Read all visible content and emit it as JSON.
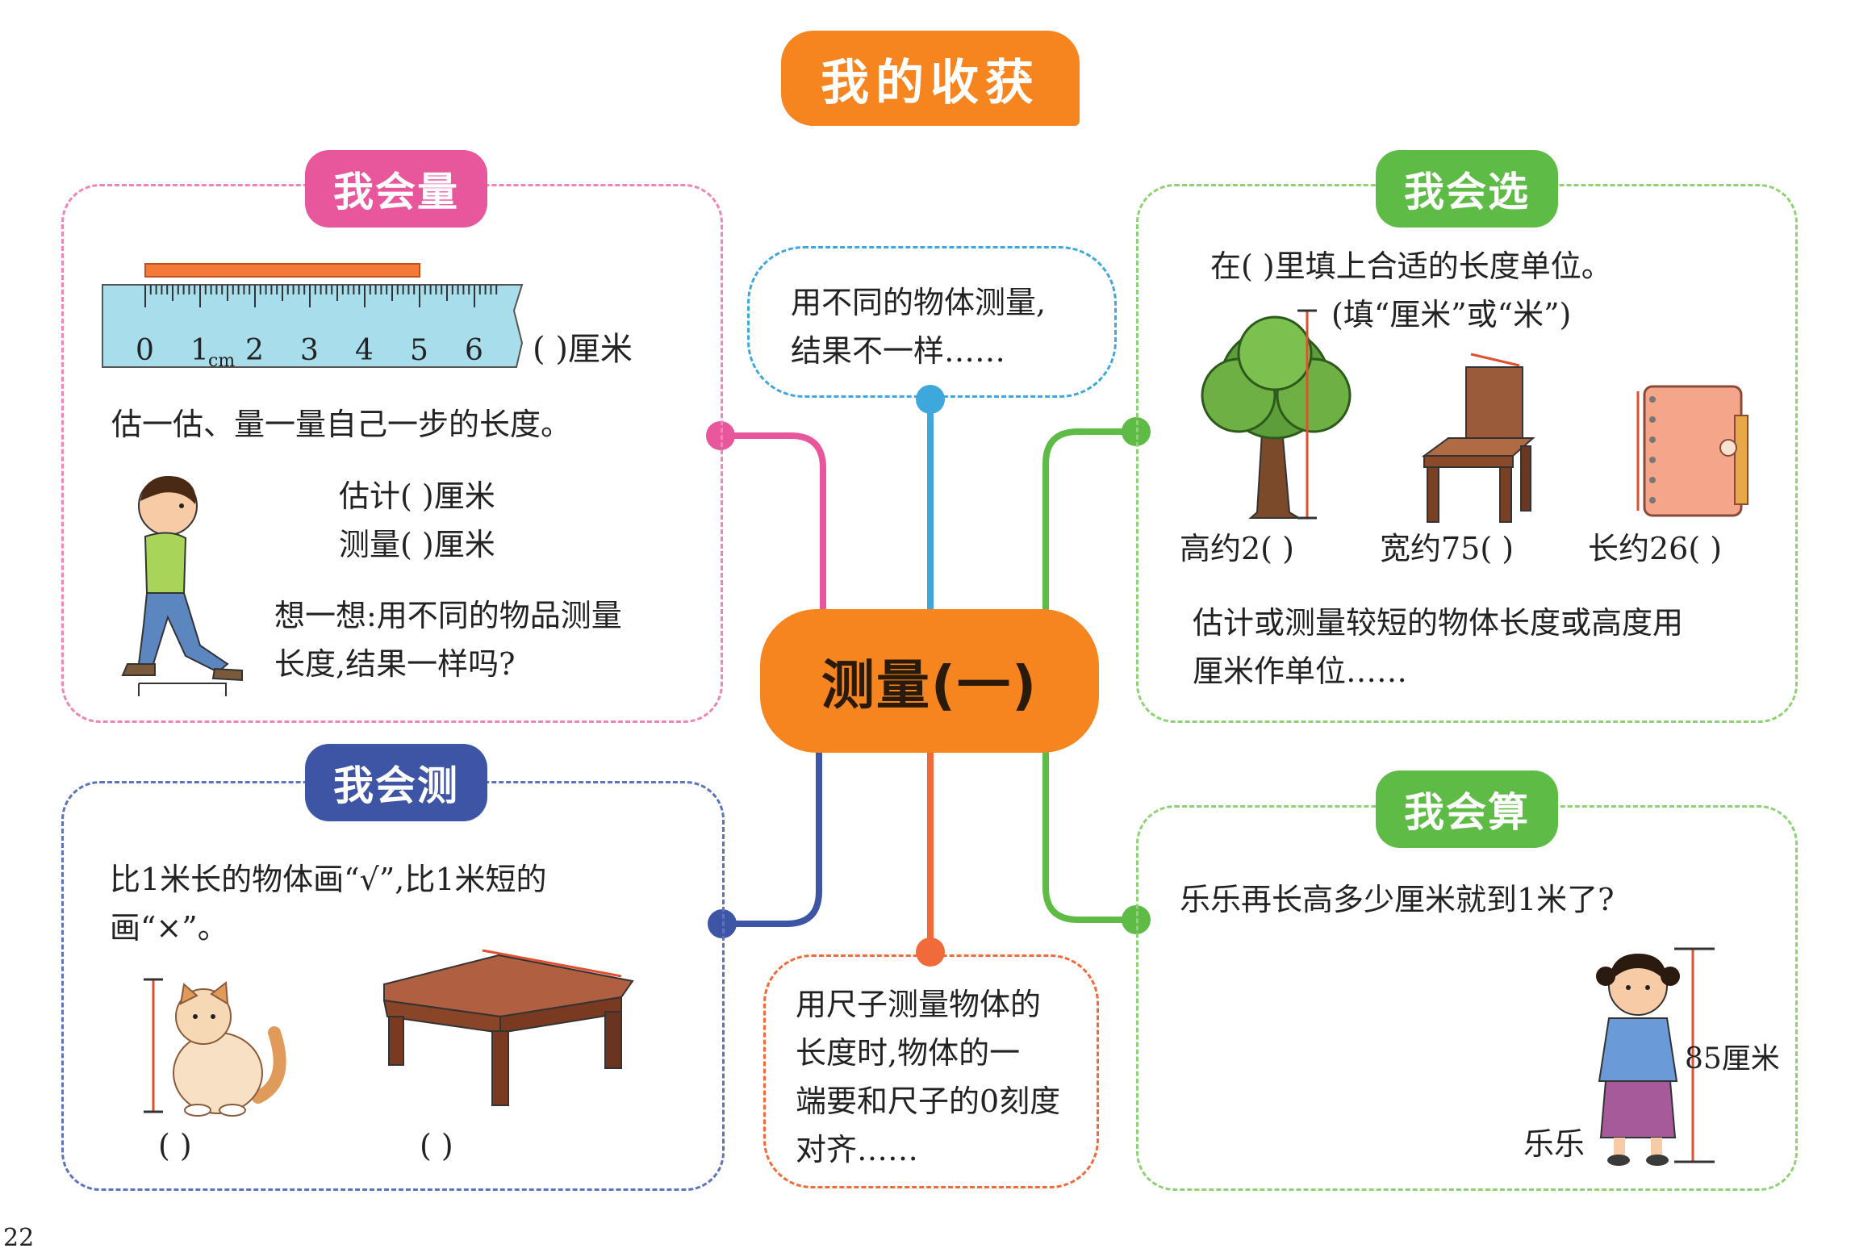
{
  "header": {
    "title": "我的收获"
  },
  "center": {
    "title": "测量(一)"
  },
  "bubbles": {
    "top": [
      "用不同的物体测量,",
      "结果不一样……"
    ],
    "bottom": [
      "用尺子测量物体的",
      "长度时,物体的一",
      "端要和尺子的0刻度",
      "对齐……"
    ]
  },
  "measure": {
    "tag": "我会量",
    "ruler_ticks": [
      "0",
      "1",
      "2",
      "3",
      "4",
      "5",
      "6"
    ],
    "ruler_unit": "cm",
    "ruler_answer": "(    )厘米",
    "estimate_prompt": "估一估、量一量自己一步的长度。",
    "estimate_line": "估计(    )厘米",
    "measured_line": "测量(    )厘米",
    "think": [
      "想一想:用不同的物品测量",
      "长度,结果一样吗?"
    ]
  },
  "choose": {
    "tag": "我会选",
    "prompt": "在(    )里填上合适的长度单位。",
    "hint": "(填“厘米”或“米”)",
    "items": [
      "高约2(    )",
      "宽约75(    )",
      "长约26(    )"
    ],
    "note": [
      "估计或测量较短的物体长度或高度用",
      "厘米作单位……"
    ]
  },
  "test": {
    "tag": "我会测",
    "prompt": [
      "比1米长的物体画“√”,比1米短的",
      "画“×”。"
    ],
    "answers": [
      "(    )",
      "(    )"
    ]
  },
  "calc": {
    "tag": "我会算",
    "prompt": "乐乐再长高多少厘米就到1米了?",
    "height_label": "85厘米",
    "name_label": "乐乐"
  },
  "page_number": "22",
  "colors": {
    "orange": "#F7851F",
    "pink": "#E8579C",
    "green": "#5DBB46",
    "blue": "#3E55A6",
    "cyan": "#3EA7DB",
    "red": "#F06A3A"
  }
}
